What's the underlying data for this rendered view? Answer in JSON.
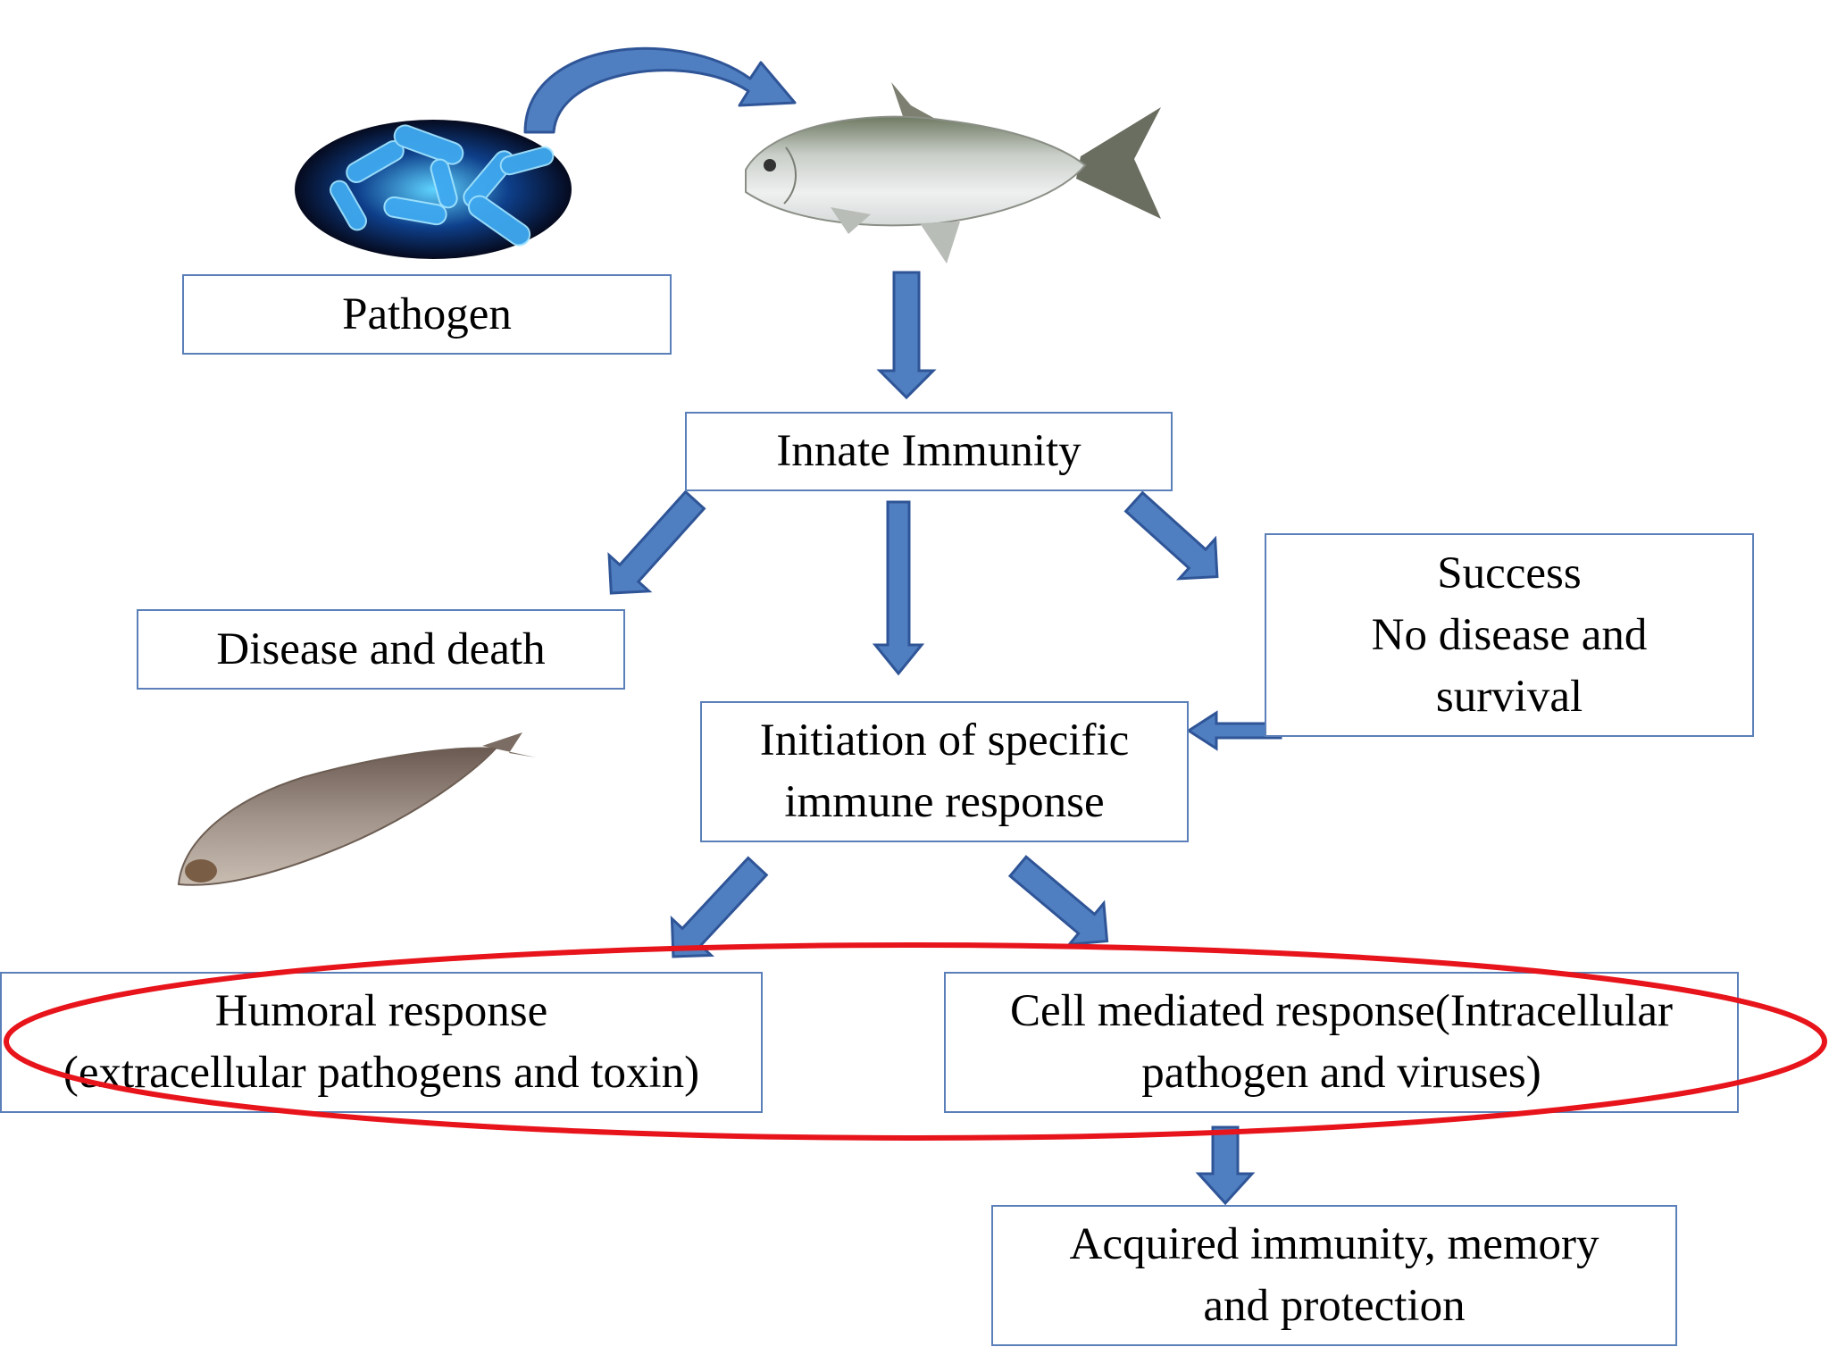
{
  "nodes": {
    "pathogen": {
      "lines": [
        "Pathogen"
      ]
    },
    "innate": {
      "lines": [
        "Innate Immunity"
      ]
    },
    "disease": {
      "lines": [
        "Disease and death"
      ]
    },
    "success": {
      "lines": [
        "Success",
        "No disease and",
        "survival"
      ]
    },
    "initiation": {
      "lines": [
        "Initiation of specific",
        "immune response"
      ]
    },
    "humoral": {
      "lines": [
        "Humoral response",
        "(extracellular pathogens and toxin)"
      ]
    },
    "cell": {
      "lines": [
        "Cell mediated response(Intracellular",
        "pathogen and viruses)"
      ]
    },
    "acquired": {
      "lines": [
        "Acquired immunity, memory",
        "and protection"
      ]
    }
  },
  "images": {
    "bacteria": "bacteria-cluster-image",
    "live_fish": "healthy-fish-image",
    "dead_fish": "dead-fish-image"
  },
  "colors": {
    "arrow_fill": "#4f7fc1",
    "arrow_stroke": "#2f5597",
    "box_border": "#5b7fb8",
    "highlight": "#e8141b"
  }
}
